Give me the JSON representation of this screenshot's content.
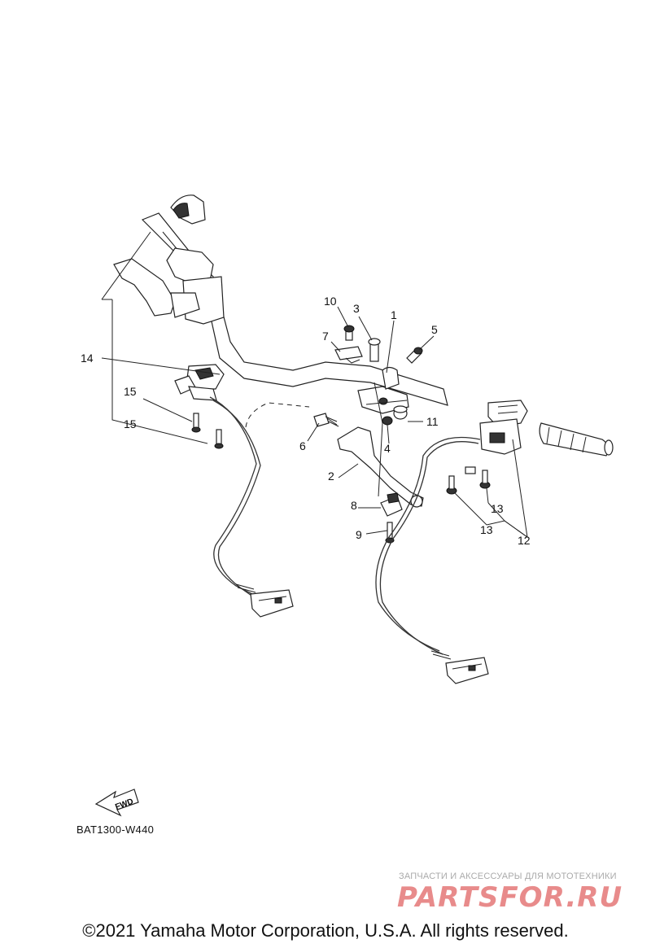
{
  "diagram": {
    "code": "BAT1300-W440",
    "fwd_label": "FWD",
    "callouts": [
      "1",
      "2",
      "3",
      "4",
      "5",
      "6",
      "7",
      "8",
      "9",
      "10",
      "11",
      "12",
      "13",
      "13",
      "14",
      "15",
      "15"
    ]
  },
  "footer": {
    "copyright": "©2021 Yamaha Motor Corporation, U.S.A. All rights reserved."
  },
  "watermark": {
    "subtitle": "ЗАПЧАСТИ И АКСЕССУАРЫ ДЛЯ МОТОТЕХНИКИ",
    "logo": "PARTSFOR.RU"
  }
}
